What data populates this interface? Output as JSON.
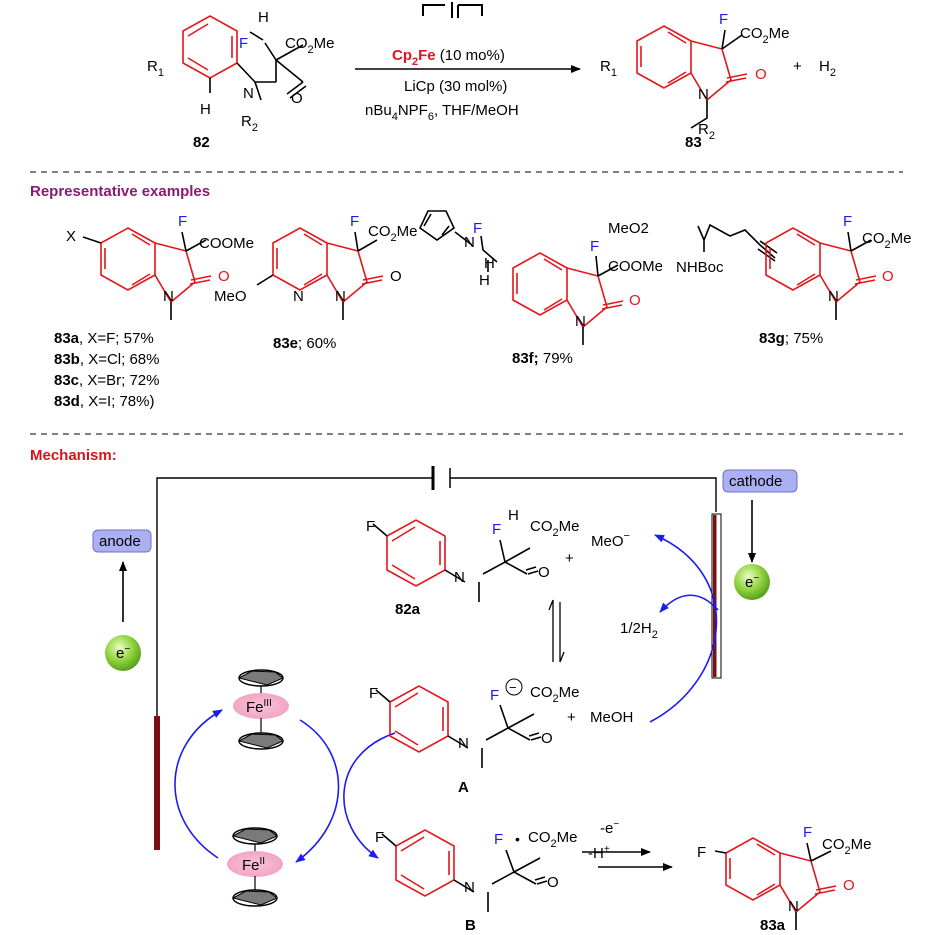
{
  "reaction": {
    "electrolysis_symbol": "electrolysis-cell",
    "catalyst": "Cp",
    "catalyst_sub": "2",
    "catalyst_tail": "Fe",
    "catalyst_load": " (10 mo%)",
    "additive": "LiCp (30 mol%)",
    "electrolyte_a": "nBu",
    "electrolyte_sub1": "4",
    "electrolyte_b": "NPF",
    "electrolyte_sub2": "6",
    "electrolyte_c": ", THF/MeOH",
    "substrate_label": "82",
    "product_label": "83",
    "plus": "+",
    "h2": "H",
    "h2_sub": "2"
  },
  "atoms": {
    "F": "F",
    "H": "H",
    "N": "N",
    "O": "O",
    "co2me": "CO",
    "co2me_sub": "2",
    "co2me_tail": "Me",
    "coome": "COOMe",
    "R": "R",
    "sub1": "1",
    "sub2": "2",
    "X": "X",
    "MeO": "MeO",
    "NHBoc": "NHBoc"
  },
  "examples": {
    "heading": "Representative examples",
    "list_83a": {
      "id": "83a",
      "text": ", X=F; 57%"
    },
    "list_83b": {
      "id": "83b",
      "text": ", X=Cl; 68%"
    },
    "list_83c": {
      "id": "83c",
      "text": ",  X=Br; 72%"
    },
    "list_83d": {
      "id": "83d",
      "text": ",  X=I; 78%)"
    },
    "e83e": {
      "id": "83e",
      "text": "; 60%"
    },
    "e83f": {
      "id": "83f;",
      "text": " 79%"
    },
    "e83g": {
      "id": "83g",
      "text": "; 75%"
    }
  },
  "mechanism": {
    "heading": "Mechanism:",
    "anode": "anode",
    "cathode": "cathode",
    "electron": "e",
    "electron_sup": "−",
    "fe3": "Fe",
    "fe3_sup": "III",
    "fe2": "Fe",
    "fe2_sup": "II",
    "label_82a": "82a",
    "label_A": "A",
    "label_B": "B",
    "label_83a": "83a",
    "methoxide": "MeO",
    "methoxide_sup": "−",
    "methanol": "MeOH",
    "half_h2": "1/2H",
    "half_h2_sub": "2",
    "step1": "-e",
    "step1_sup": "−",
    "step2": "-H",
    "step2_sup": "+",
    "anion_charge": "−",
    "radical": "•"
  },
  "colors": {
    "red": "#e3161b",
    "blue": "#1c1cf0",
    "heading_purple": "#8a1a78",
    "heading_red": "#d8141a",
    "electrode": "#7a0f14",
    "pill": "#aab0f2",
    "electron_ball": "#8ed13b"
  }
}
